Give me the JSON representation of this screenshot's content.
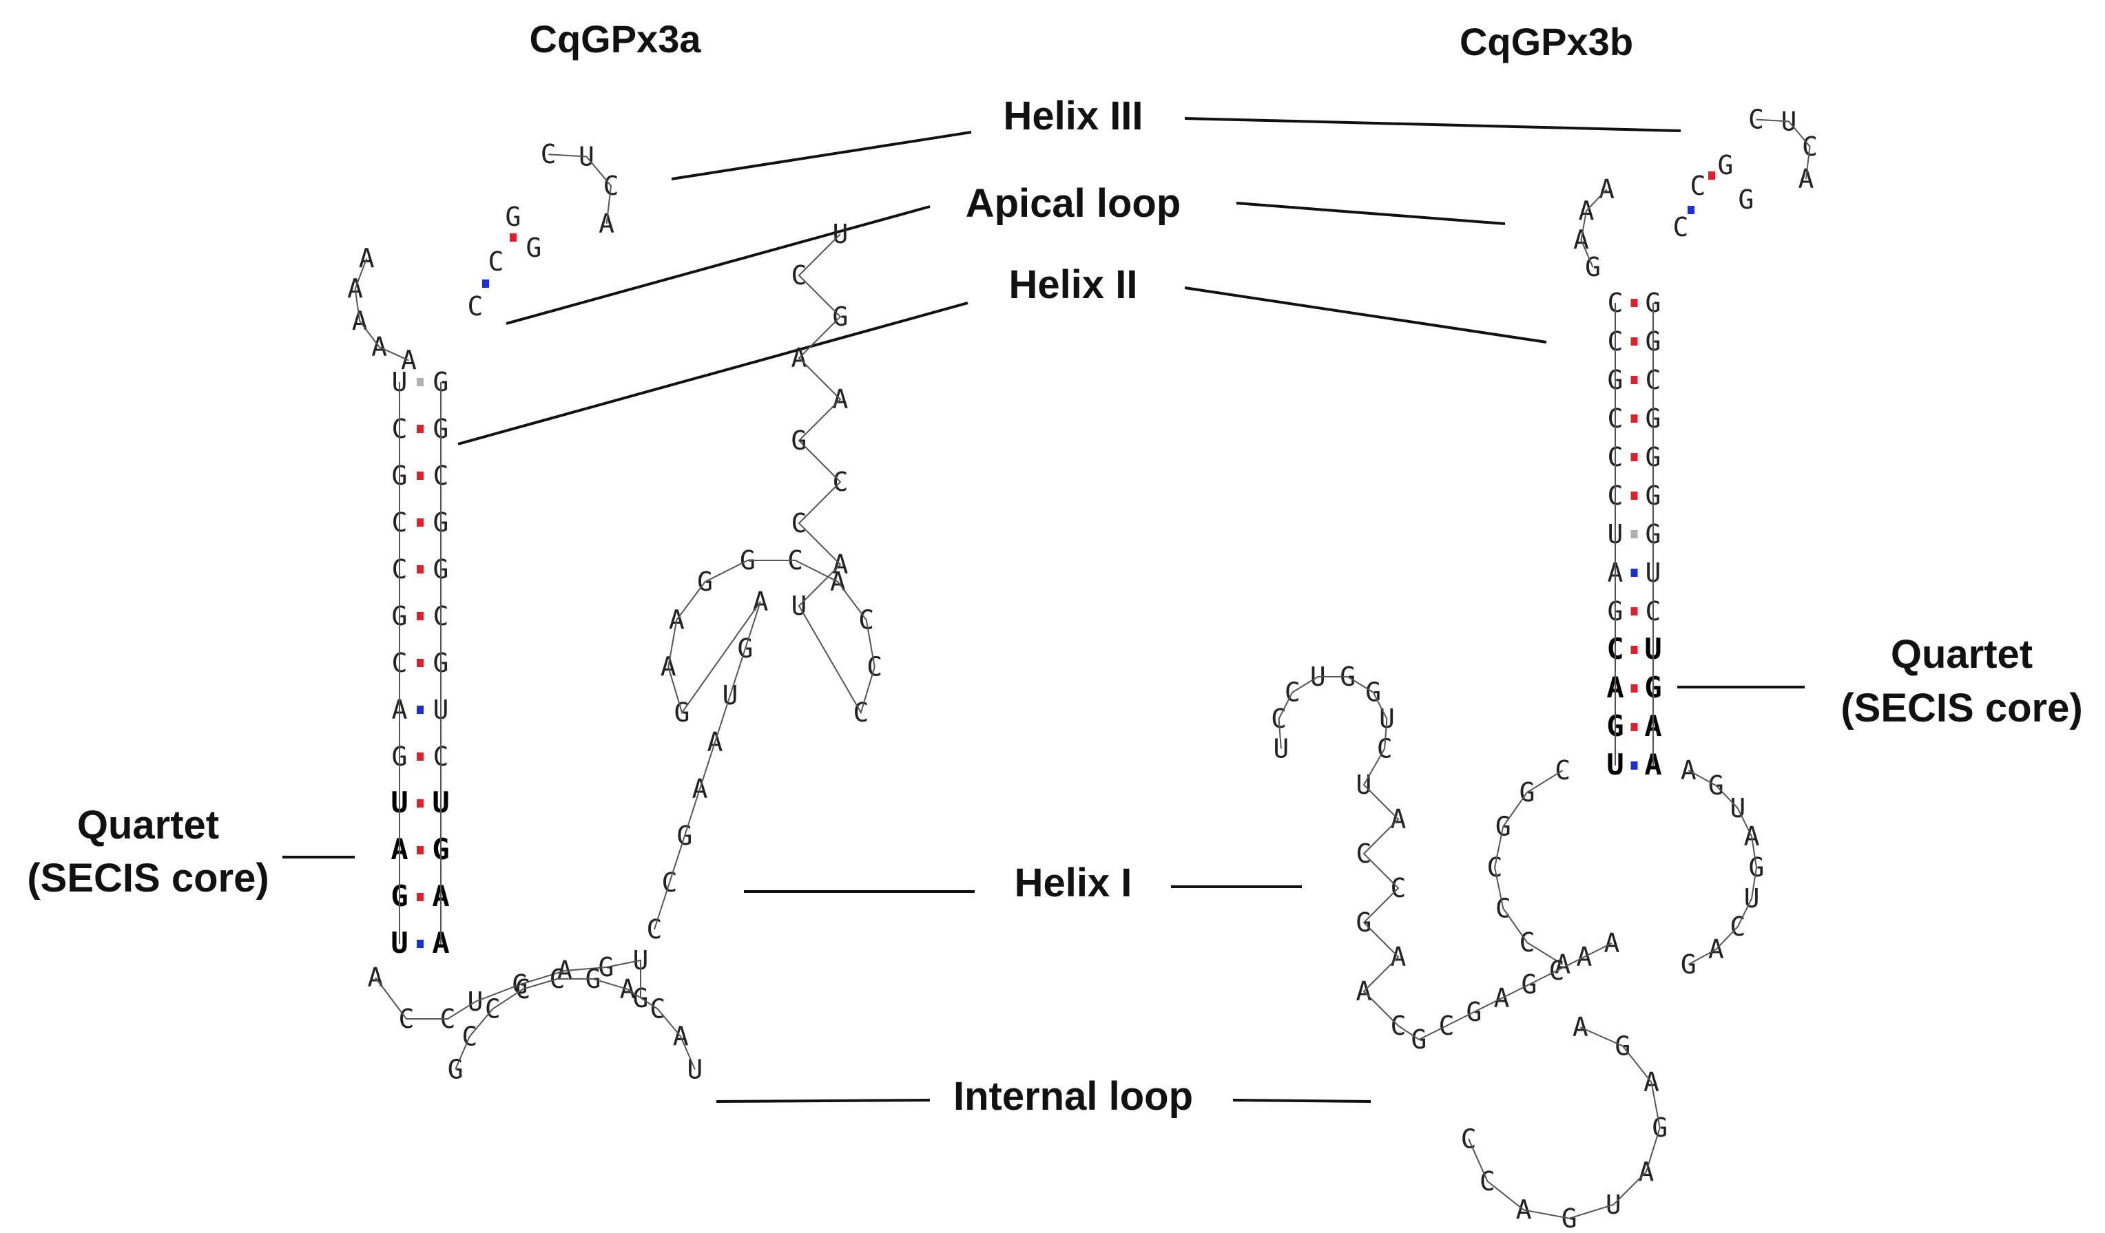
{
  "titles": {
    "left": "CqGPx3a",
    "right": "CqGPx3b"
  },
  "labels": {
    "helix3": "Helix III",
    "apical_loop": "Apical loop",
    "helix2": "Helix II",
    "helix1": "Helix I",
    "internal_loop": "Internal loop",
    "quartet_left_1": "Quartet",
    "quartet_left_2": "(SECIS core)",
    "quartet_right_1": "Quartet",
    "quartet_right_2": "(SECIS core)"
  },
  "colors": {
    "watson_crick_pair": "#e0202a",
    "gu_pair": "#1a2fd6",
    "wobble_pair": "#b0b0b0",
    "text": "#111111"
  },
  "structures": {
    "cqgpx3a": {
      "stem_left": [
        "U",
        "C",
        "G",
        "C",
        "C",
        "G",
        "C",
        "A",
        "G",
        "U",
        "A",
        "G",
        "U"
      ],
      "stem_right": [
        "G",
        "G",
        "C",
        "G",
        "G",
        "C",
        "G",
        "U",
        "C",
        "U",
        "G",
        "A",
        "A"
      ],
      "stem_pairs": [
        "wobble",
        "wc",
        "wc",
        "wc",
        "wc",
        "wc",
        "wc",
        "gu",
        "wc",
        "wc",
        "wc",
        "wc",
        "gu"
      ],
      "quartet_bold_from": 9,
      "apical_loop": [
        "A",
        "A",
        "A",
        "A",
        "A"
      ],
      "helix3_left": [
        "C",
        "C"
      ],
      "helix3_right": [
        "G",
        "G"
      ],
      "helix3_loop": [
        "C",
        "U",
        "C",
        "A"
      ],
      "branch": [
        "C",
        "C",
        "G",
        "A",
        "A",
        "U",
        "G",
        "A",
        "G",
        "A",
        "A",
        "G",
        "G",
        "C",
        "A",
        "C",
        "C",
        "C",
        "U",
        "A",
        "C",
        "C",
        "G",
        "A",
        "A",
        "G",
        "C",
        "U"
      ],
      "bottom_loop": [
        "G",
        "C",
        "C",
        "C",
        "C",
        "G",
        "A",
        "C",
        "A",
        "U"
      ],
      "junction": [
        "A",
        "C",
        "C",
        "U",
        "G",
        "A",
        "G",
        "U",
        "G"
      ]
    },
    "cqgpx3b": {
      "stem_left": [
        "C",
        "C",
        "G",
        "C",
        "C",
        "C",
        "U",
        "A",
        "G",
        "C",
        "A",
        "G",
        "U"
      ],
      "stem_right": [
        "G",
        "G",
        "C",
        "G",
        "G",
        "G",
        "G",
        "U",
        "C",
        "U",
        "G",
        "A",
        "A"
      ],
      "stem_pairs": [
        "wc",
        "wc",
        "wc",
        "wc",
        "wc",
        "wc",
        "wobble",
        "gu",
        "wc",
        "wc",
        "wc",
        "wc",
        "gu"
      ],
      "quartet_bold_from": 9,
      "apical_loop": [
        "G",
        "A",
        "A",
        "A"
      ],
      "helix3_left": [
        "C",
        "C"
      ],
      "helix3_right": [
        "G",
        "G"
      ],
      "helix3_loop": [
        "C",
        "U",
        "C",
        "A"
      ],
      "right_loop": [
        "A",
        "G",
        "U",
        "A",
        "G",
        "U",
        "C",
        "A",
        "G"
      ],
      "left_loop": [
        "A",
        "C",
        "C",
        "C",
        "G",
        "G",
        "C"
      ],
      "branch": [
        "U",
        "C",
        "C",
        "U",
        "G",
        "G",
        "U",
        "C",
        "U",
        "A",
        "C",
        "C",
        "G",
        "A",
        "A",
        "C",
        "G",
        "C",
        "G",
        "A",
        "G",
        "C",
        "A",
        "A"
      ],
      "bottom_loop": [
        "A",
        "G",
        "A",
        "G",
        "A",
        "U",
        "G",
        "A",
        "C",
        "C"
      ]
    }
  }
}
